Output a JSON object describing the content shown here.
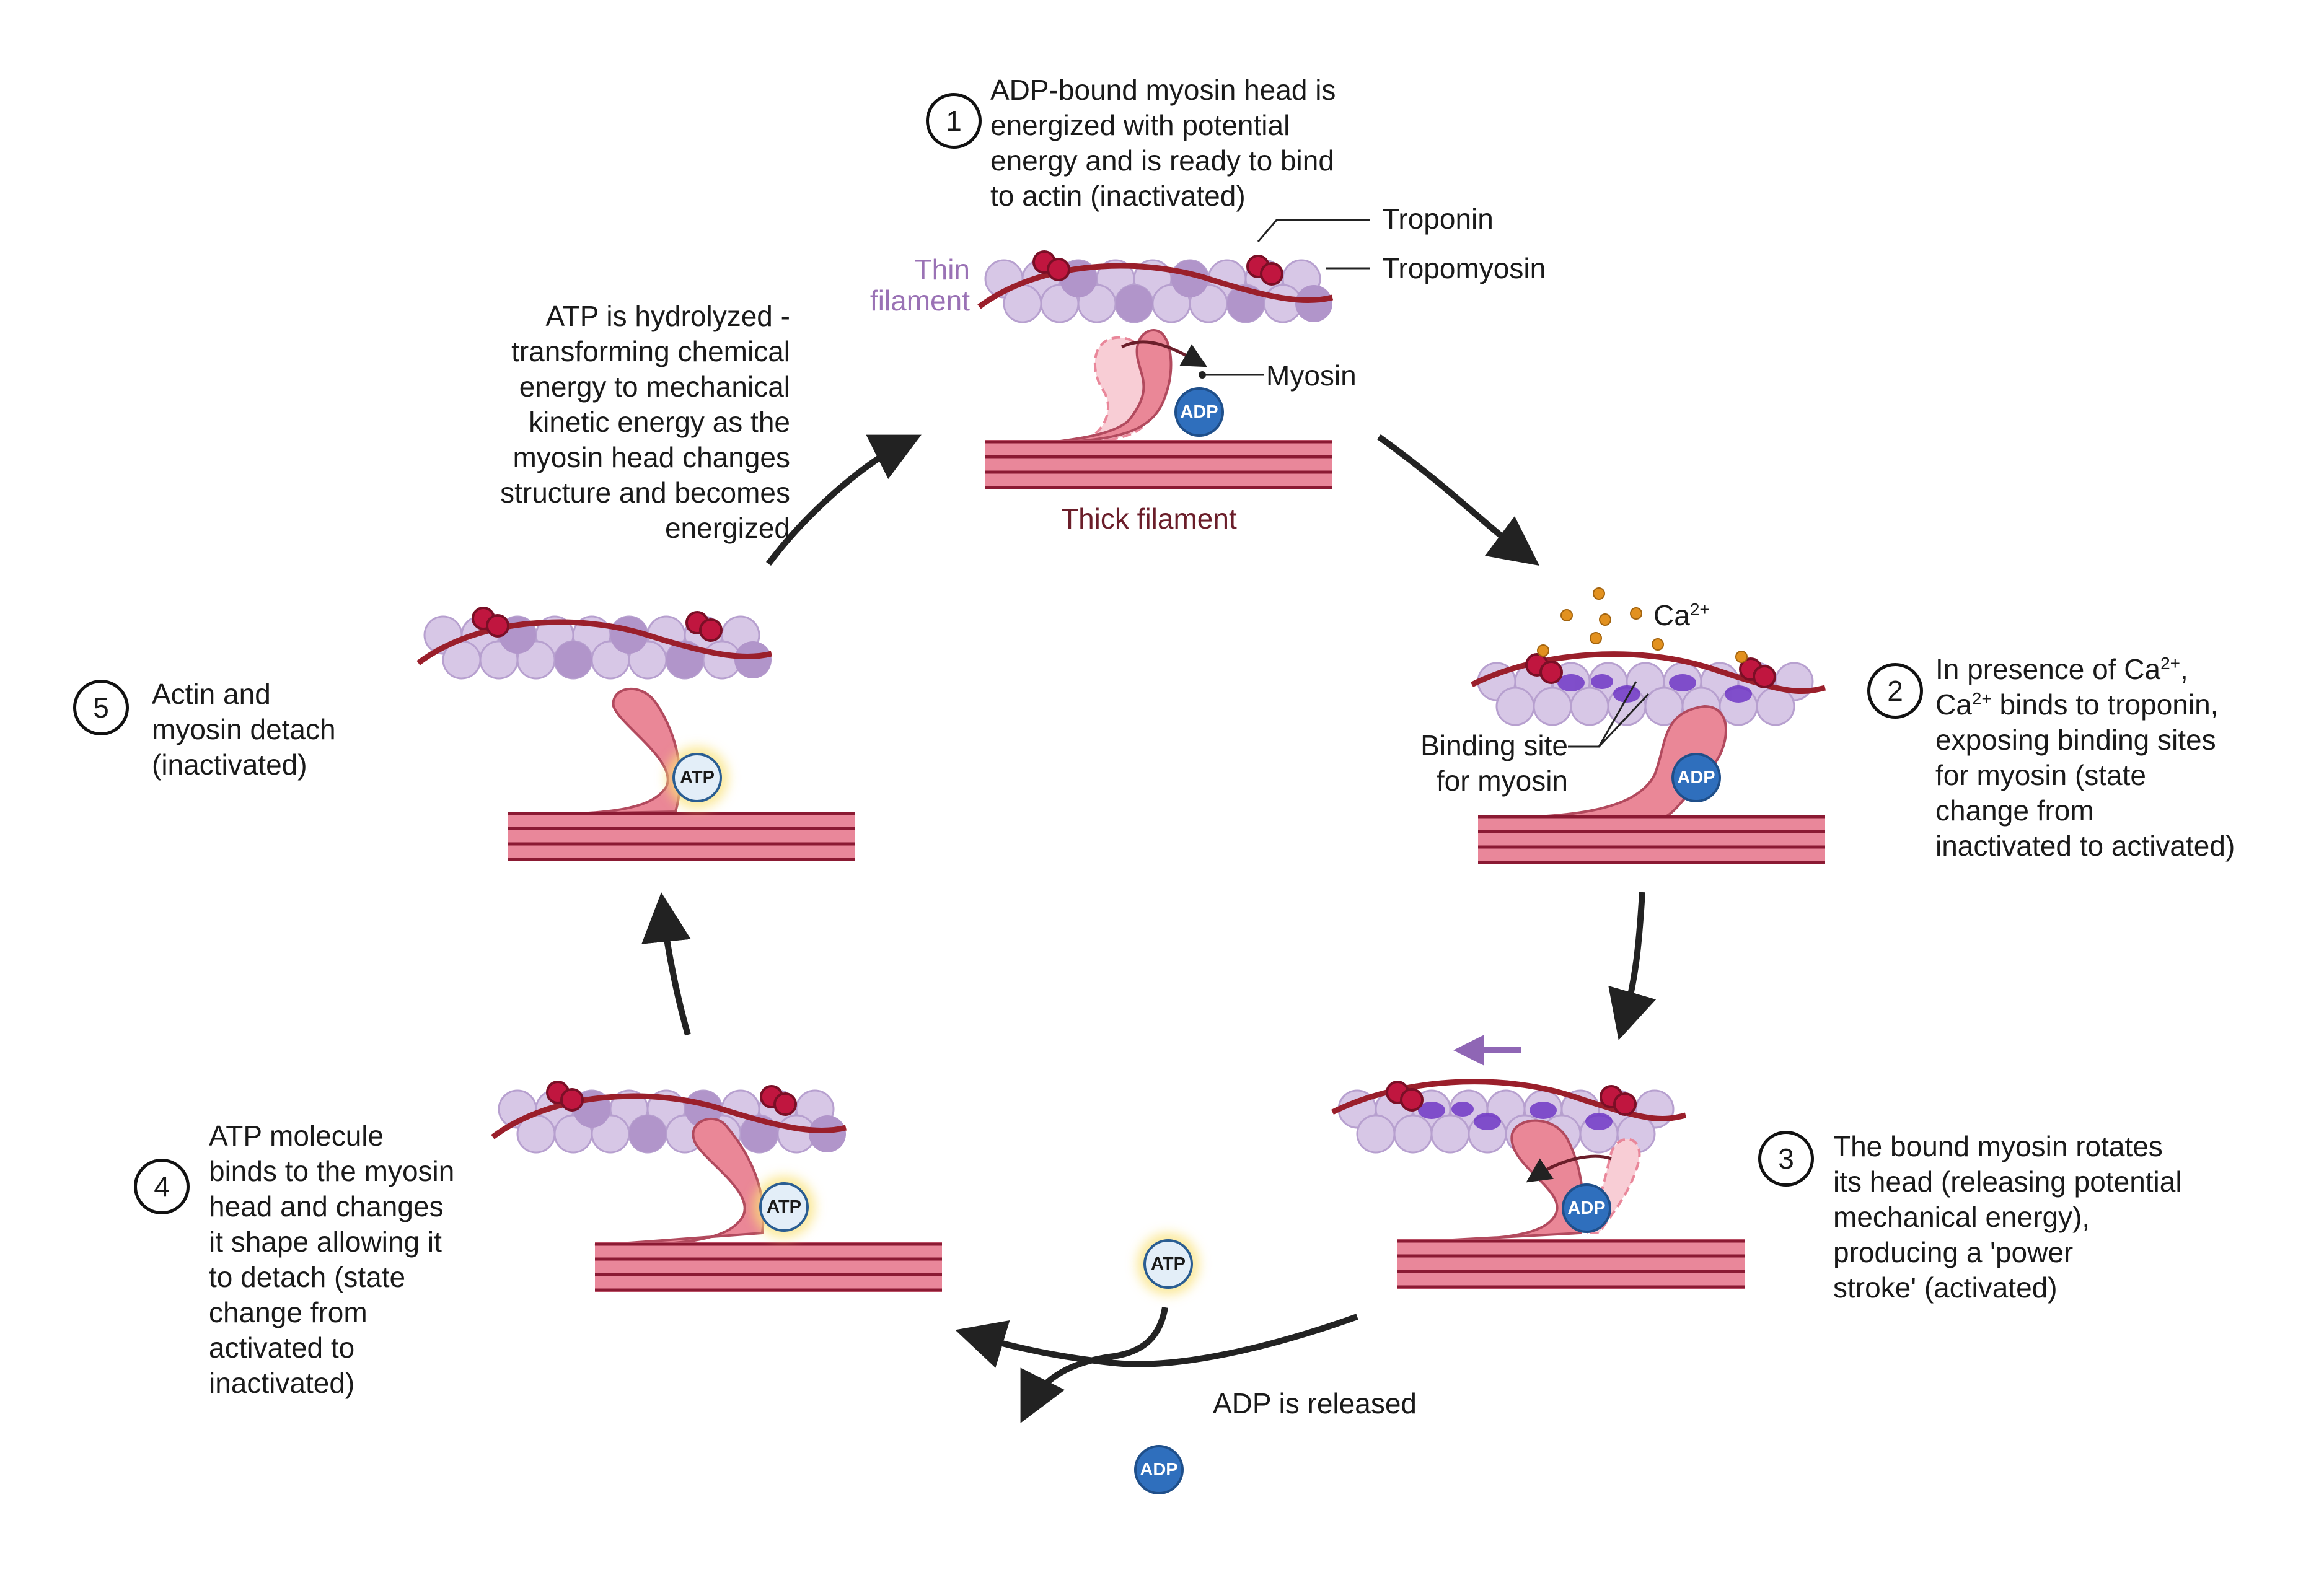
{
  "steps": [
    {
      "number": "1",
      "lines": [
        "ADP-bound myosin head is",
        "energized with potential",
        "energy and is ready to bind",
        "to actin (inactivated)"
      ]
    },
    {
      "number": "2",
      "line1_prefix": "In presence of Ca",
      "line1_sup": "2+",
      "line1_suffix": ",",
      "line2_prefix": "Ca",
      "line2_sup": "2+",
      "line2_suffix": " binds to troponin,",
      "lines": [
        "exposing binding sites",
        "for myosin (state",
        "change from",
        "inactivated to activated)"
      ]
    },
    {
      "number": "3",
      "lines": [
        "The bound myosin rotates",
        "its head (releasing potential",
        "mechanical energy),",
        "producing a 'power",
        "stroke' (activated)"
      ]
    },
    {
      "number": "4",
      "lines": [
        "ATP molecule",
        "binds to the myosin",
        "head and changes",
        "it shape allowing it",
        "to detach (state",
        "change from",
        "activated to",
        "inactivated)"
      ]
    },
    {
      "number": "5",
      "lines": [
        "Actin and",
        "myosin detach",
        "(inactivated)"
      ]
    }
  ],
  "hydrolysis_text": [
    "ATP is hydrolyzed -",
    "transforming chemical",
    "energy to mechanical",
    "kinetic energy as the",
    "myosin head changes",
    "structure and becomes",
    "energized"
  ],
  "labels": {
    "thin_filament": [
      "Thin",
      "filament"
    ],
    "thick_filament": "Thick filament",
    "troponin": "Troponin",
    "tropomyosin": "Tropomyosin",
    "myosin": "Myosin",
    "calcium_base": "Ca",
    "calcium_sup": "2+",
    "binding_site": [
      "Binding site",
      "for myosin"
    ],
    "adp_released": "ADP is released"
  },
  "molecules": {
    "adp": "ADP",
    "atp": "ATP"
  },
  "colors": {
    "actin_light": "#d7c7e6",
    "actin_dark": "#b195ca",
    "binding_site": "#6a2fc4",
    "tropomyosin": "#9a1f2b",
    "troponin": "#c0163f",
    "myosin": "#ea8797",
    "thick_filament": "#e9879a",
    "adp": "#2f6fbd",
    "calcium": "#e2911f",
    "arrow": "#222222",
    "motion_arrow": "#8f66b5"
  }
}
